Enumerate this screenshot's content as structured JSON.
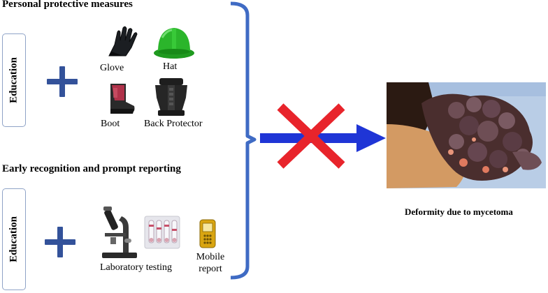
{
  "sections": {
    "protective": {
      "title": "Personal protective measures",
      "education_label": "Education",
      "items": {
        "glove": "Glove",
        "hat": "Hat",
        "boot": "Boot",
        "back_protector": "Back Protector"
      }
    },
    "early": {
      "title": "Early recognition and prompt reporting",
      "education_label": "Education",
      "items": {
        "lab": "Laboratory testing",
        "mobile_line1": "Mobile",
        "mobile_line2": "report"
      }
    }
  },
  "outcome": {
    "caption": "Deformity due to mycetoma"
  },
  "colors": {
    "accent_blue": "#33529a",
    "arrow_blue": "#1f35d6",
    "bracket_blue": "#3f6bc4",
    "cross_red": "#e8242b",
    "box_border": "#8fa3c7"
  }
}
